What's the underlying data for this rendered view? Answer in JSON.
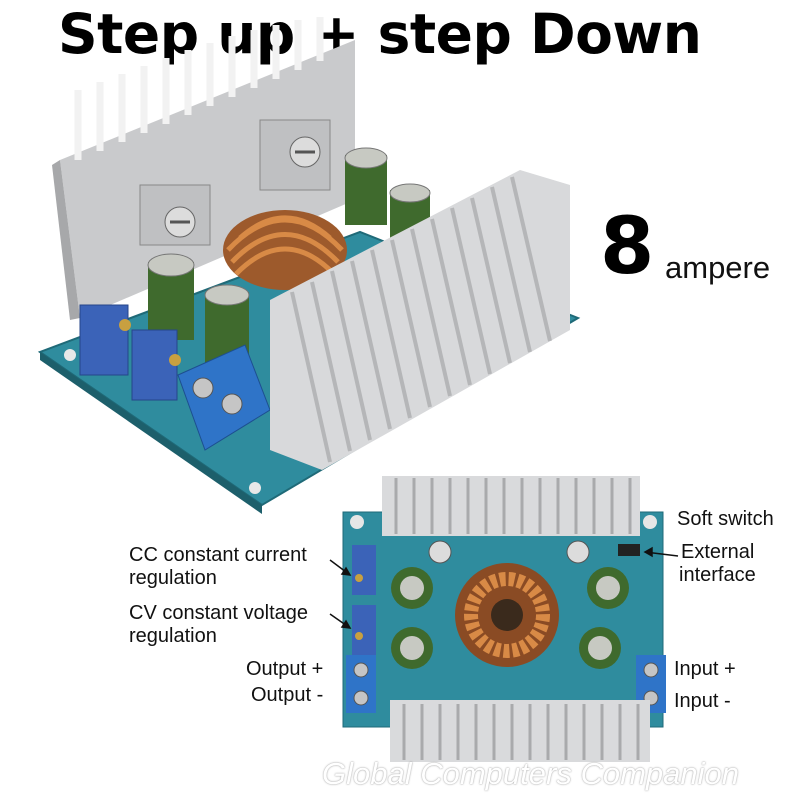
{
  "headline": "Step up + step Down",
  "current_rating": {
    "value": "8",
    "unit": "ampere"
  },
  "labels": {
    "soft_switch": "Soft switch",
    "external_interface_1": "External",
    "external_interface_2": "interface",
    "cc_1": "CC constant current",
    "cc_2": "regulation",
    "cv_1": "CV constant voltage",
    "cv_2": "regulation",
    "output_plus": "Output +",
    "output_minus": "Output -",
    "input_plus": "Input +",
    "input_minus": "Input -"
  },
  "watermark": "Global Computers Companion",
  "colors": {
    "pcb": "#2f8c9e",
    "heatsink": "#d9dadc",
    "capacitor": "#3f6a2d",
    "coil": "#c8743a",
    "terminal": "#2f74c8",
    "potentiometer": "#3b63b8"
  }
}
